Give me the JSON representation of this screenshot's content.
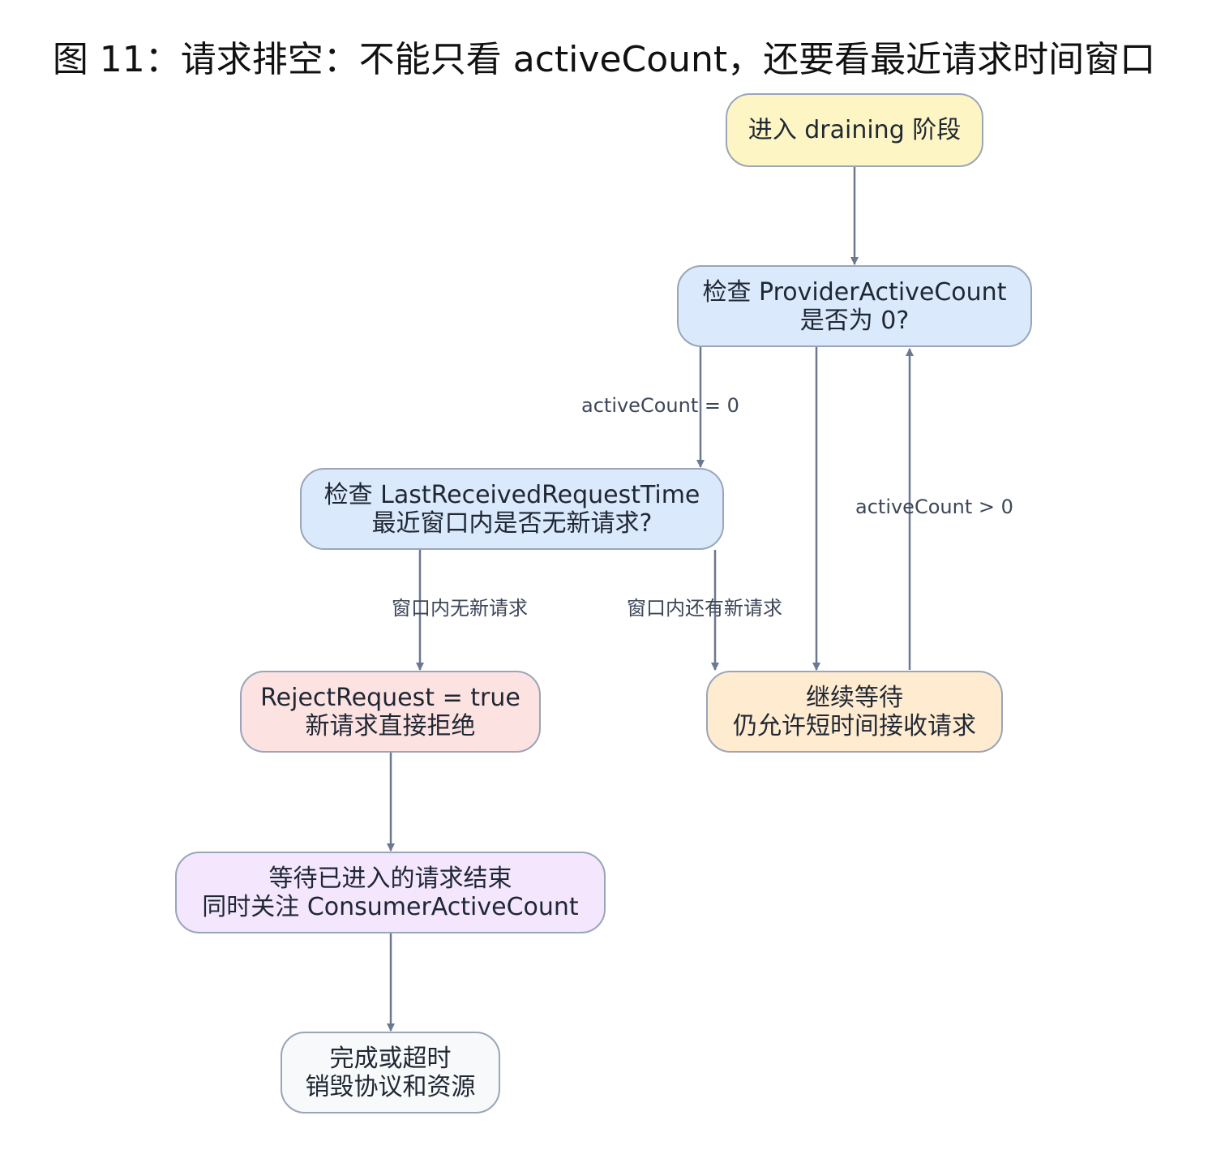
{
  "title": "图 11：请求排空：不能只看 activeCount，还要看最近请求时间窗口",
  "colors": {
    "edge": "#6b7890",
    "node_border": "#9aa5b8",
    "start_fill": "#fdf6c4",
    "check_fill": "#dbe9fc",
    "reject_fill": "#fde2e2",
    "wait_fill": "#ffebd0",
    "consumer_fill": "#f3e6fd",
    "end_fill": "#f7f9fb"
  },
  "nodes": {
    "start": {
      "lines": [
        "进入 draining 阶段"
      ]
    },
    "check_provider": {
      "lines": [
        "检查 ProviderActiveCount",
        "是否为 0?"
      ]
    },
    "check_last": {
      "lines": [
        "检查 LastReceivedRequestTime",
        "最近窗口内是否无新请求?"
      ]
    },
    "reject": {
      "lines": [
        "RejectRequest = true",
        "新请求直接拒绝"
      ]
    },
    "continue_wait": {
      "lines": [
        "继续等待",
        "仍允许短时间接收请求"
      ]
    },
    "wait_consumer": {
      "lines": [
        "等待已进入的请求结束",
        "同时关注 ConsumerActiveCount"
      ]
    },
    "finish": {
      "lines": [
        "完成或超时",
        "销毁协议和资源"
      ]
    }
  },
  "edges": {
    "active_zero": "activeCount = 0",
    "active_positive": "activeCount > 0",
    "no_new_requests": "窗口内无新请求",
    "still_new_requests": "窗口内还有新请求"
  }
}
